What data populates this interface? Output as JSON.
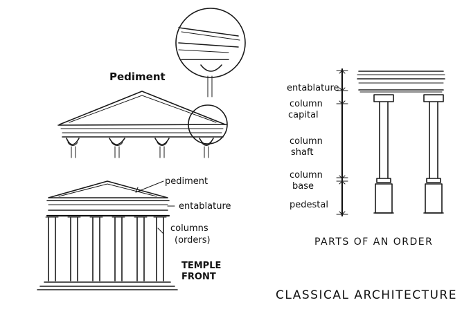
{
  "labels": {
    "pediment_title": "Pediment",
    "temple_pediment": "pediment",
    "temple_entablature": "entablature",
    "temple_columns_1": "columns",
    "temple_columns_2": "(orders)",
    "temple_front_1": "TEMPLE",
    "temple_front_2": "FRONT",
    "order_entablature": "entablature",
    "order_capital_1": "column",
    "order_capital_2": "capital",
    "order_shaft_1": "column",
    "order_shaft_2": "shaft",
    "order_base_1": "column",
    "order_base_2": "base",
    "order_pedestal": "pedestal",
    "parts_title": "PARTS OF AN ORDER",
    "main_title": "CLASSICAL ARCHITECTURE"
  }
}
